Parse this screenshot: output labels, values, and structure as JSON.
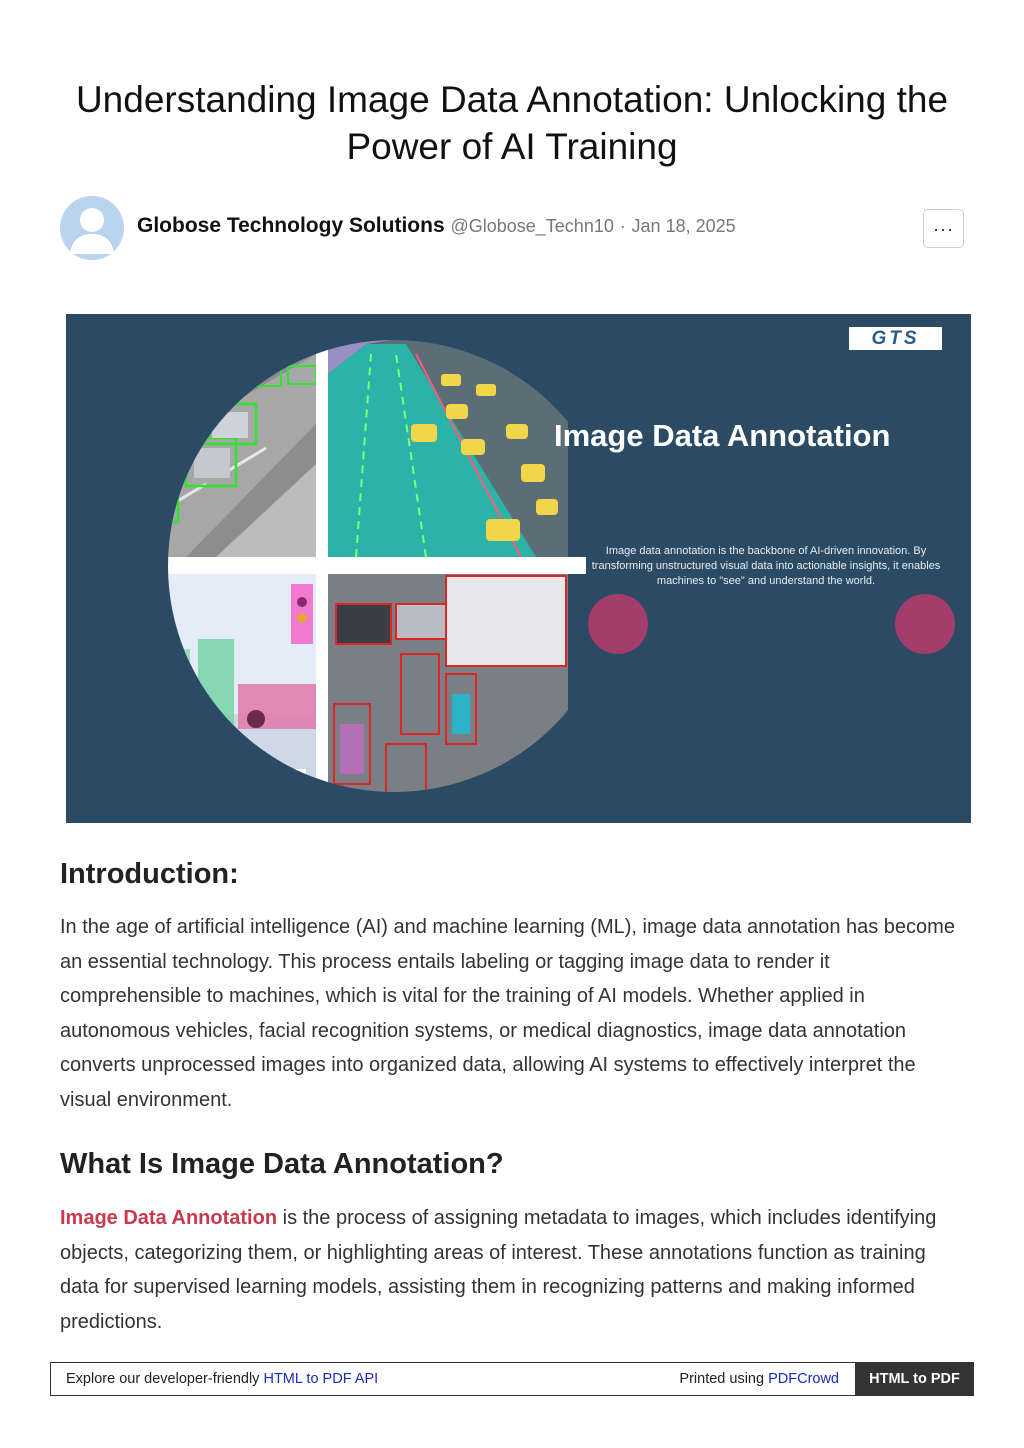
{
  "article": {
    "title": "Understanding Image Data Annotation: Unlocking the Power of AI Training",
    "author_name": "Globose Technology Solutions",
    "author_handle": "@Globose_Techn10",
    "date_separator": "·",
    "date": "Jan 18, 2025",
    "more_label": "···"
  },
  "hero": {
    "logo_text": "GTS",
    "title": "Image Data Annotation",
    "description": "Image data annotation is the backbone of AI-driven innovation. By transforming unstructured visual data into actionable insights, it enables machines to \"see\" and understand the world.",
    "colors": {
      "background": "#2b4a63",
      "dot": "#a33d6b",
      "box_green": "#2ee62e",
      "box_red": "#e02424",
      "road_overlay": "#2bb3a8"
    }
  },
  "sections": [
    {
      "heading": "Introduction:",
      "body": "In the age of artificial intelligence (AI) and machine learning (ML), image data annotation has become an essential technology. This process entails labeling or tagging image data to render it comprehensible to machines, which is vital for the training of AI models. Whether applied in autonomous vehicles, facial recognition systems, or medical diagnostics, image data annotation converts unprocessed images into organized data, allowing AI systems to effectively interpret the visual environment."
    },
    {
      "heading": "What Is Image Data Annotation?",
      "link_text": "Image Data Annotation",
      "body": " is the process of assigning metadata to images, which includes identifying objects, categorizing them, or highlighting areas of interest. These annotations function as training data for supervised learning models, assisting them in recognizing patterns and making informed predictions."
    }
  ],
  "footer": {
    "left_text": "Explore our developer-friendly ",
    "left_link": "HTML to PDF API",
    "mid_text": "Printed using ",
    "mid_link": "PDFCrowd",
    "button_label": "HTML to PDF"
  }
}
